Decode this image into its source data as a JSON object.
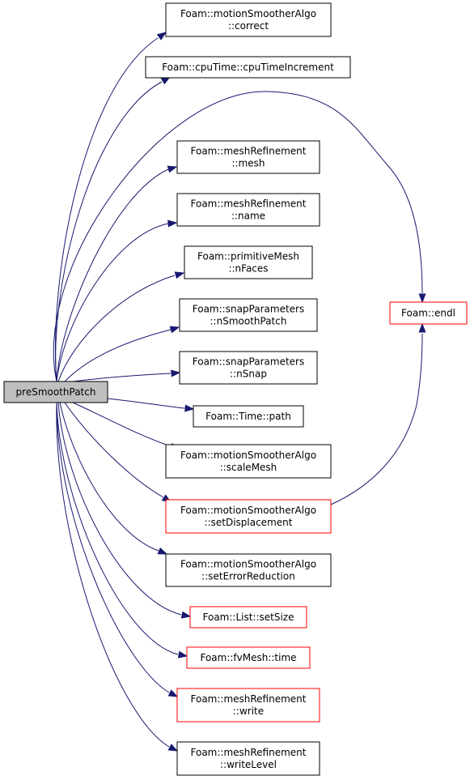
{
  "root": {
    "label": "preSmoothPatch"
  },
  "nodes": [
    {
      "id": "correct",
      "lines": [
        "Foam::motionSmootherAlgo",
        "::correct"
      ],
      "red": false
    },
    {
      "id": "cpu",
      "lines": [
        "Foam::cpuTime::cpuTimeIncrement"
      ],
      "red": false
    },
    {
      "id": "mesh",
      "lines": [
        "Foam::meshRefinement",
        "::mesh"
      ],
      "red": false
    },
    {
      "id": "name",
      "lines": [
        "Foam::meshRefinement",
        "::name"
      ],
      "red": false
    },
    {
      "id": "nfaces",
      "lines": [
        "Foam::primitiveMesh",
        "::nFaces"
      ],
      "red": false
    },
    {
      "id": "nsmooth",
      "lines": [
        "Foam::snapParameters",
        "::nSmoothPatch"
      ],
      "red": false
    },
    {
      "id": "nsnap",
      "lines": [
        "Foam::snapParameters",
        "::nSnap"
      ],
      "red": false
    },
    {
      "id": "path",
      "lines": [
        "Foam::Time::path"
      ],
      "red": false
    },
    {
      "id": "scale",
      "lines": [
        "Foam::motionSmootherAlgo",
        "::scaleMesh"
      ],
      "red": false
    },
    {
      "id": "setdisp",
      "lines": [
        "Foam::motionSmootherAlgo",
        "::setDisplacement"
      ],
      "red": true
    },
    {
      "id": "seterr",
      "lines": [
        "Foam::motionSmootherAlgo",
        "::setErrorReduction"
      ],
      "red": false
    },
    {
      "id": "setsize",
      "lines": [
        "Foam::List::setSize"
      ],
      "red": true
    },
    {
      "id": "time",
      "lines": [
        "Foam::fvMesh::time"
      ],
      "red": true
    },
    {
      "id": "write",
      "lines": [
        "Foam::meshRefinement",
        "::write"
      ],
      "red": true
    },
    {
      "id": "writelevel",
      "lines": [
        "Foam::meshRefinement",
        "::writeLevel"
      ],
      "red": false
    },
    {
      "id": "endl",
      "lines": [
        "Foam::endl"
      ],
      "red": true
    }
  ],
  "edges": [
    {
      "from": "root",
      "to": "correct"
    },
    {
      "from": "root",
      "to": "cpu"
    },
    {
      "from": "root",
      "to": "endl"
    },
    {
      "from": "root",
      "to": "mesh"
    },
    {
      "from": "root",
      "to": "name"
    },
    {
      "from": "root",
      "to": "nfaces"
    },
    {
      "from": "root",
      "to": "nsmooth"
    },
    {
      "from": "root",
      "to": "nsnap"
    },
    {
      "from": "root",
      "to": "path"
    },
    {
      "from": "root",
      "to": "scale"
    },
    {
      "from": "root",
      "to": "setdisp"
    },
    {
      "from": "root",
      "to": "seterr"
    },
    {
      "from": "root",
      "to": "setsize"
    },
    {
      "from": "root",
      "to": "time"
    },
    {
      "from": "root",
      "to": "write"
    },
    {
      "from": "root",
      "to": "writelevel"
    },
    {
      "from": "setdisp",
      "to": "endl"
    }
  ],
  "colors": {
    "edge": "#191970",
    "red_border": "#ff0000",
    "root_fill": "#bfbfbf"
  }
}
